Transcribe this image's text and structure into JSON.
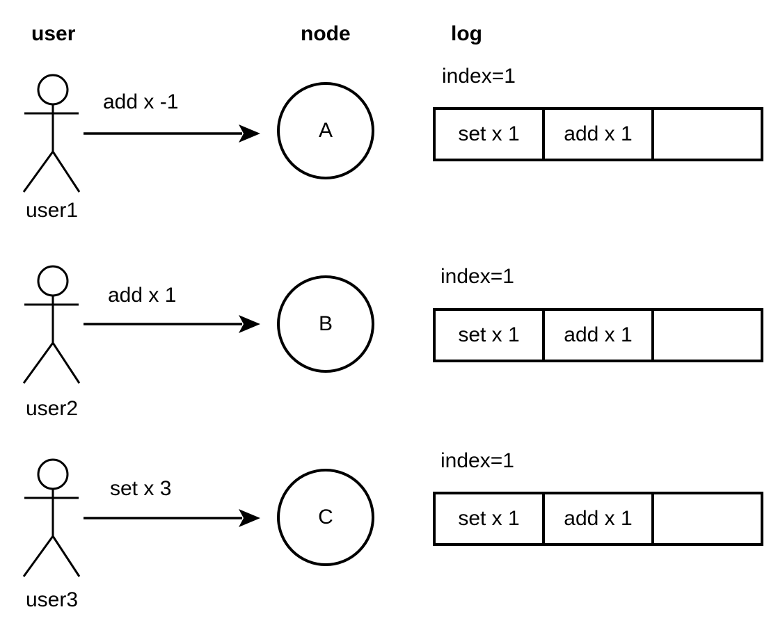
{
  "headers": {
    "user": "user",
    "node": "node",
    "log": "log"
  },
  "rows": [
    {
      "user_label": "user1",
      "message": "add x -1",
      "node_label": "A",
      "log": {
        "index_label": "index=1",
        "cells": [
          "set x 1",
          "add x 1",
          ""
        ]
      }
    },
    {
      "user_label": "user2",
      "message": "add x 1",
      "node_label": "B",
      "log": {
        "index_label": "index=1",
        "cells": [
          "set x 1",
          "add x 1",
          ""
        ]
      }
    },
    {
      "user_label": "user3",
      "message": "set x 3",
      "node_label": "C",
      "log": {
        "index_label": "index=1",
        "cells": [
          "set x 1",
          "add x 1",
          ""
        ]
      }
    }
  ],
  "colors": {
    "stroke": "#000000",
    "background": "#ffffff"
  }
}
